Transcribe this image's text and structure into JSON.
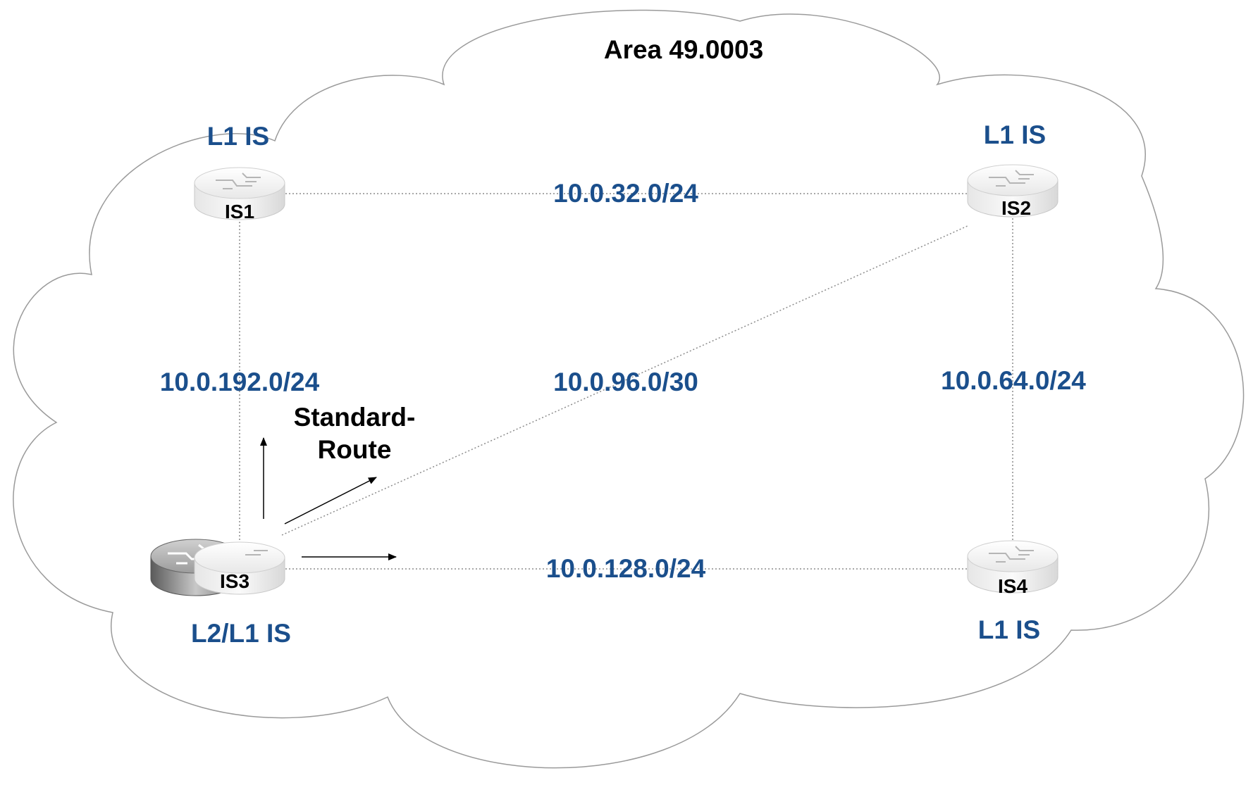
{
  "diagram": {
    "area_title": "Area 49.0003",
    "routers": {
      "is1": {
        "name": "IS1",
        "role": "L1 IS"
      },
      "is2": {
        "name": "IS2",
        "role": "L1 IS"
      },
      "is3": {
        "name": "IS3",
        "role": "L2/L1 IS"
      },
      "is4": {
        "name": "IS4",
        "role": "L1 IS"
      }
    },
    "links": {
      "is1_is2": "10.0.32.0/24",
      "is1_is3": "10.0.192.0/24",
      "is3_is2": "10.0.96.0/30",
      "is2_is4": "10.0.64.0/24",
      "is3_is4": "10.0.128.0/24"
    },
    "annotation": {
      "line1": "Standard-",
      "line2": "Route"
    }
  },
  "colors": {
    "label_blue": "#1b4f8c",
    "cloud_outline": "#9a9a9a",
    "link_line": "#8c8c8c",
    "arrow": "#000000",
    "router_light_top": "#f7f7f7",
    "router_light_side": "#dcdcdc",
    "router_dark_top": "#b8b8b8",
    "router_dark_side": "#6e6e6e"
  }
}
